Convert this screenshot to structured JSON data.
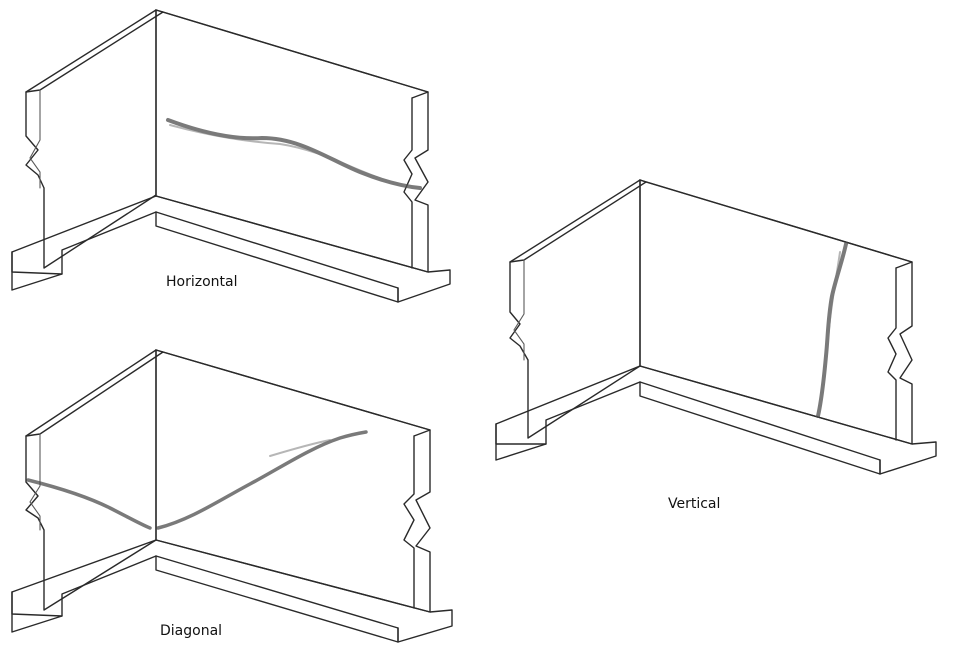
{
  "panels": {
    "horizontal": {
      "label": "Horizontal"
    },
    "vertical": {
      "label": "Vertical"
    },
    "diagonal": {
      "label": "Diagonal"
    }
  },
  "colors": {
    "background": "#ffffff",
    "line": "#2a2a2a",
    "crack": "#4d4d4d"
  }
}
